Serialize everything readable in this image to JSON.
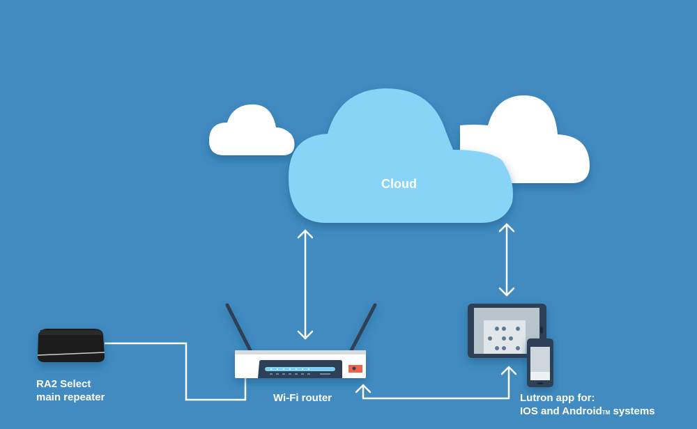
{
  "colors": {
    "background": "#418bc0",
    "cloud_main": "#87d4f6",
    "cloud_secondary": "#ffffff",
    "connector": "#ffffff",
    "device_dark": "#2f4056",
    "router_body": "#ffffff",
    "router_led": "#7fd0f5",
    "router_power": "#f0614c",
    "repeater": "#1d1d1d"
  },
  "nodes": {
    "cloud": {
      "label": "Cloud"
    },
    "repeater": {
      "label_line1": "RA2 Select",
      "label_line2": "main repeater"
    },
    "router": {
      "label": "Wi-Fi router"
    },
    "app": {
      "label_line1": "Lutron app for:",
      "label_line2_a": "IOS and Android",
      "label_line2_tm": "TM",
      "label_line2_b": " systems"
    }
  },
  "connections": [
    {
      "from": "cloud",
      "to": "router",
      "type": "bidirectional"
    },
    {
      "from": "cloud",
      "to": "app",
      "type": "bidirectional"
    },
    {
      "from": "repeater",
      "to": "router",
      "type": "wired"
    },
    {
      "from": "app",
      "to": "router",
      "type": "arrow-to-router"
    }
  ]
}
